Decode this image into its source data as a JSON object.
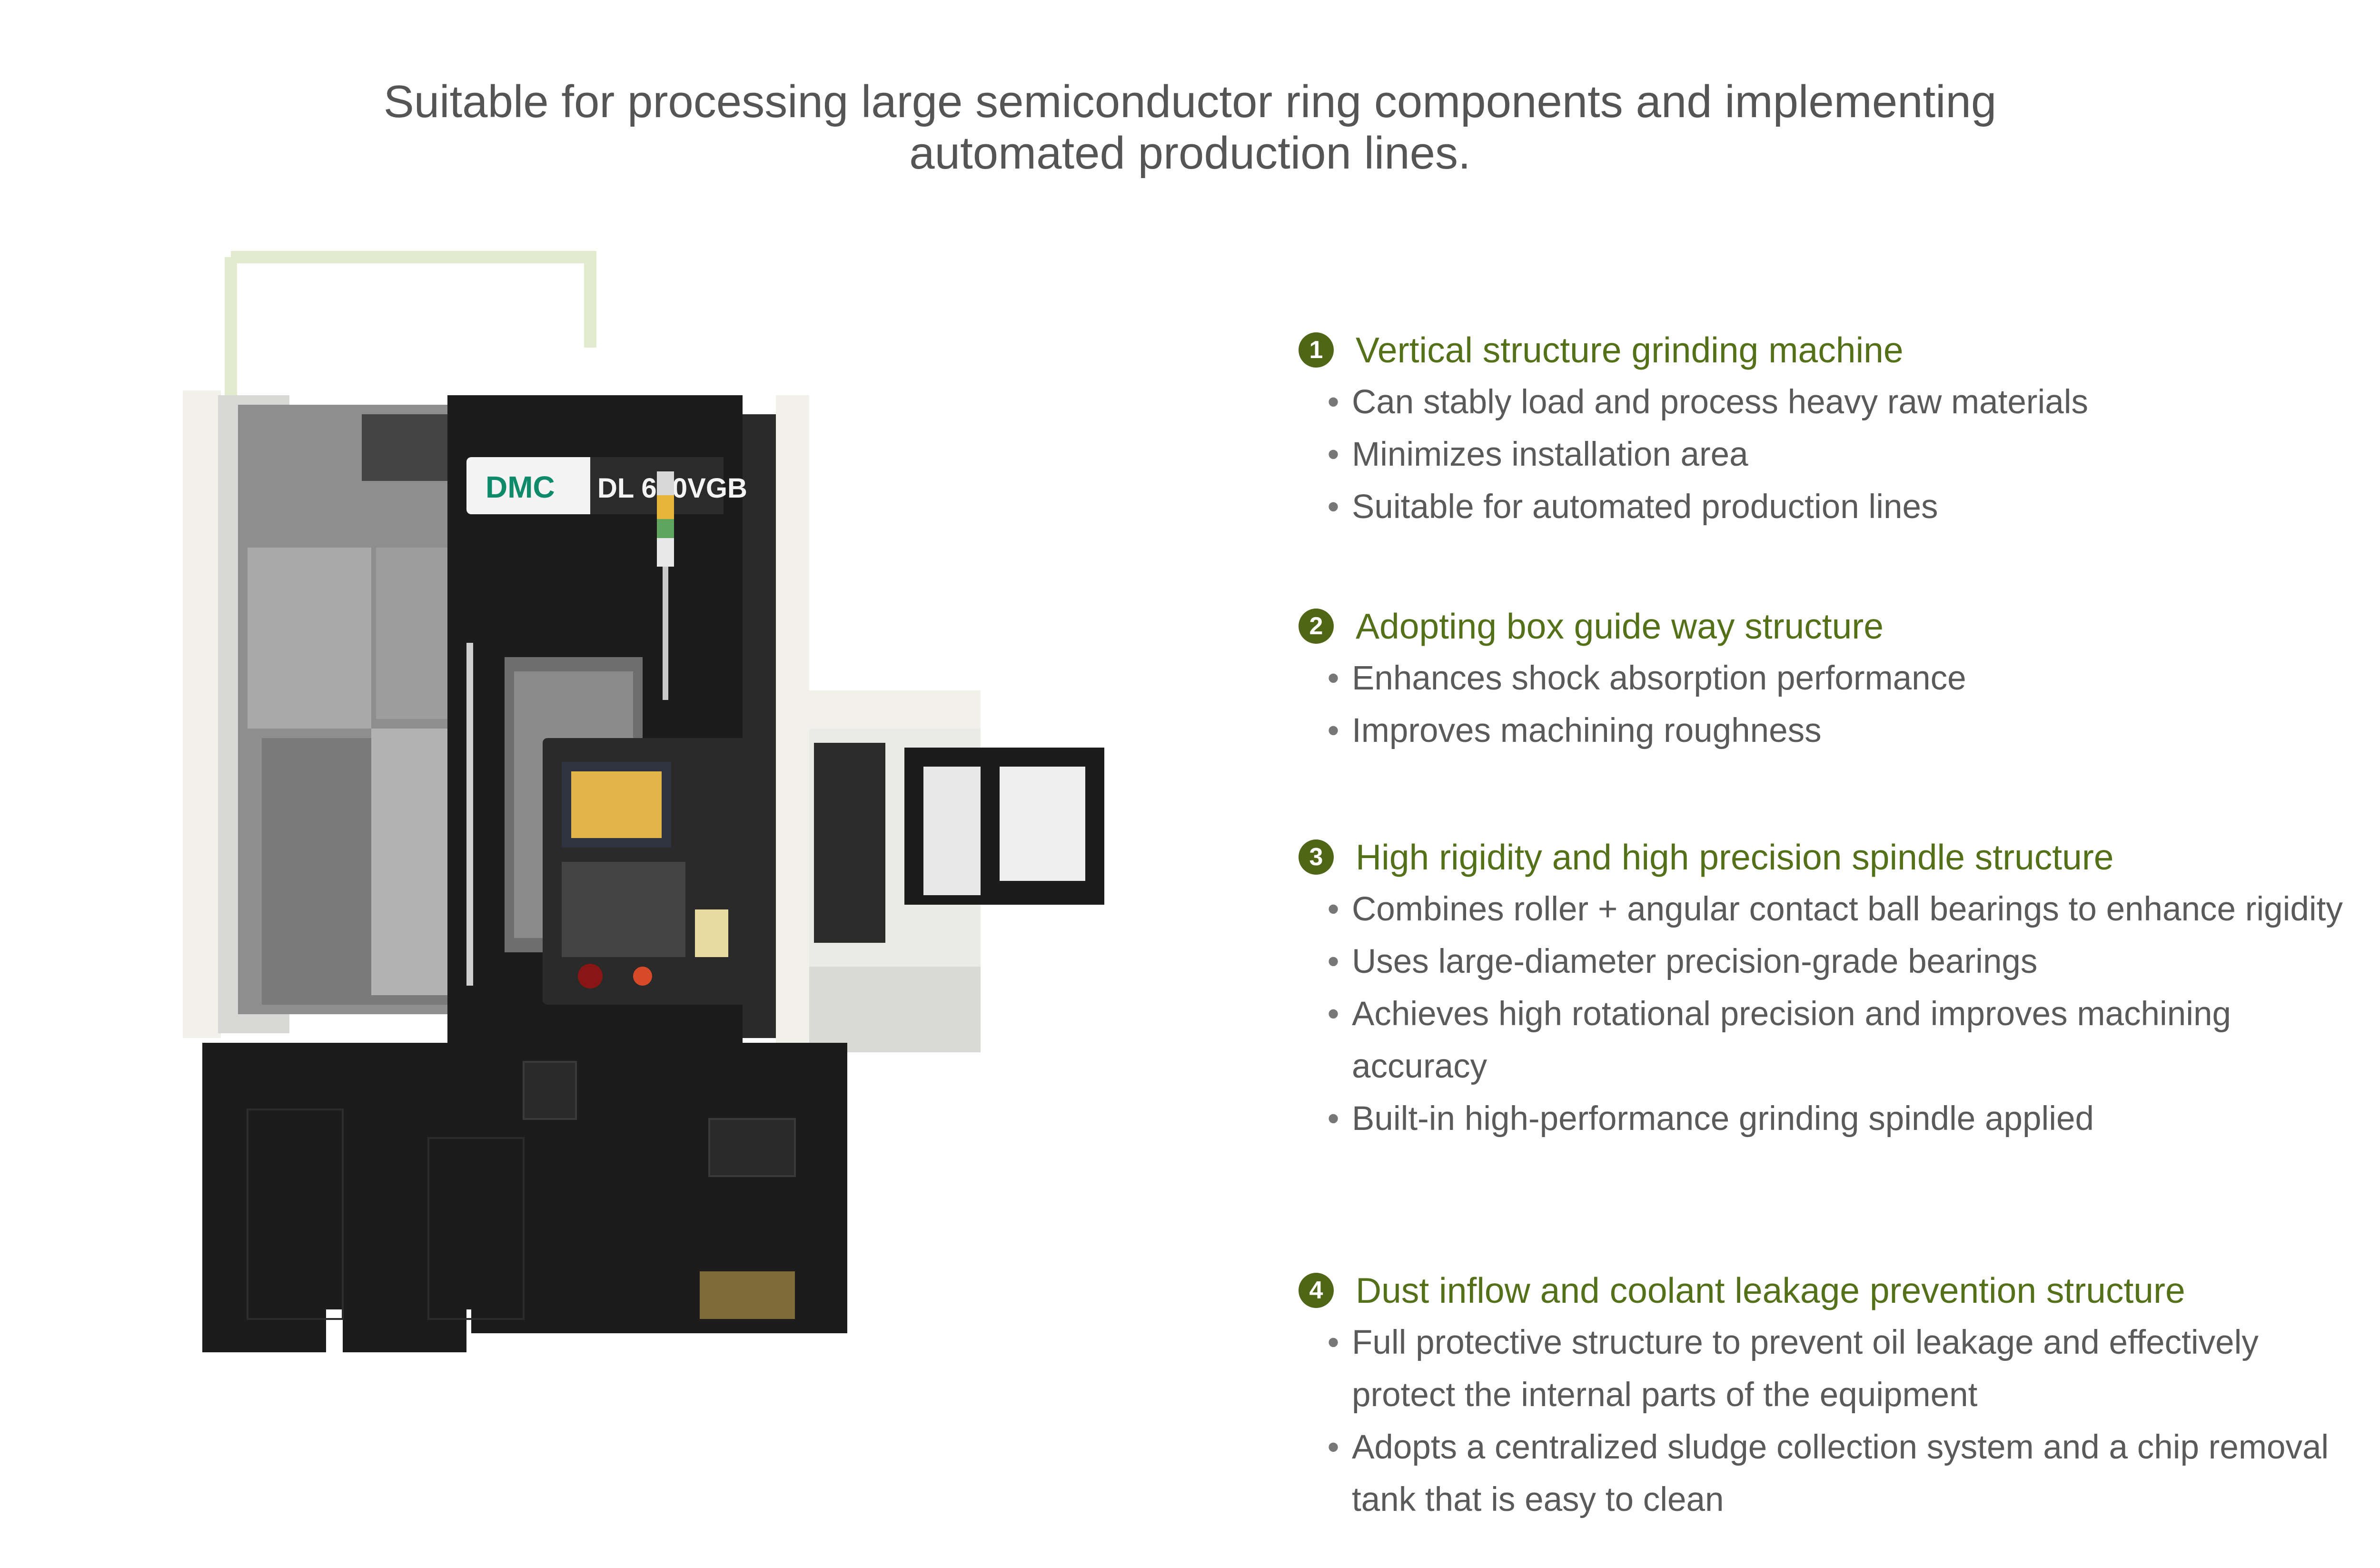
{
  "headline": {
    "line1": "Suitable for processing large semiconductor ring components and implementing",
    "line2": "automated production lines."
  },
  "machine": {
    "brand": "DMC",
    "model": "DL 600VGB",
    "accent_color": "#e3ebcf",
    "body_color": "#1c1c1c",
    "panel_color": "#f1f1ea"
  },
  "features": [
    {
      "number": "1",
      "title": "Vertical structure grinding machine",
      "bullets": [
        "Can stably load and process heavy raw materials",
        "Minimizes installation area",
        "Suitable for automated production lines"
      ]
    },
    {
      "number": "2",
      "title": "Adopting box guide way structure",
      "bullets": [
        "Enhances shock absorption performance",
        "Improves machining roughness"
      ]
    },
    {
      "number": "3",
      "title": "High rigidity and high precision spindle structure",
      "bullets": [
        "Combines roller + angular contact ball bearings to enhance rigidity",
        "Uses large-diameter precision-grade bearings",
        "Achieves high rotational precision and improves machining accuracy",
        "Built-in high-performance grinding spindle applied"
      ]
    },
    {
      "number": "4",
      "title": "Dust inflow and coolant leakage prevention structure",
      "bullets": [
        "Full protective structure to prevent oil leakage and effectively protect the internal parts of the equipment",
        "Adopts a centralized sludge collection system and a chip removal tank that is easy to clean"
      ]
    }
  ],
  "colors": {
    "title_green": "#54711a",
    "badge_green": "#4e6616",
    "text_gray": "#5a5a5a"
  }
}
